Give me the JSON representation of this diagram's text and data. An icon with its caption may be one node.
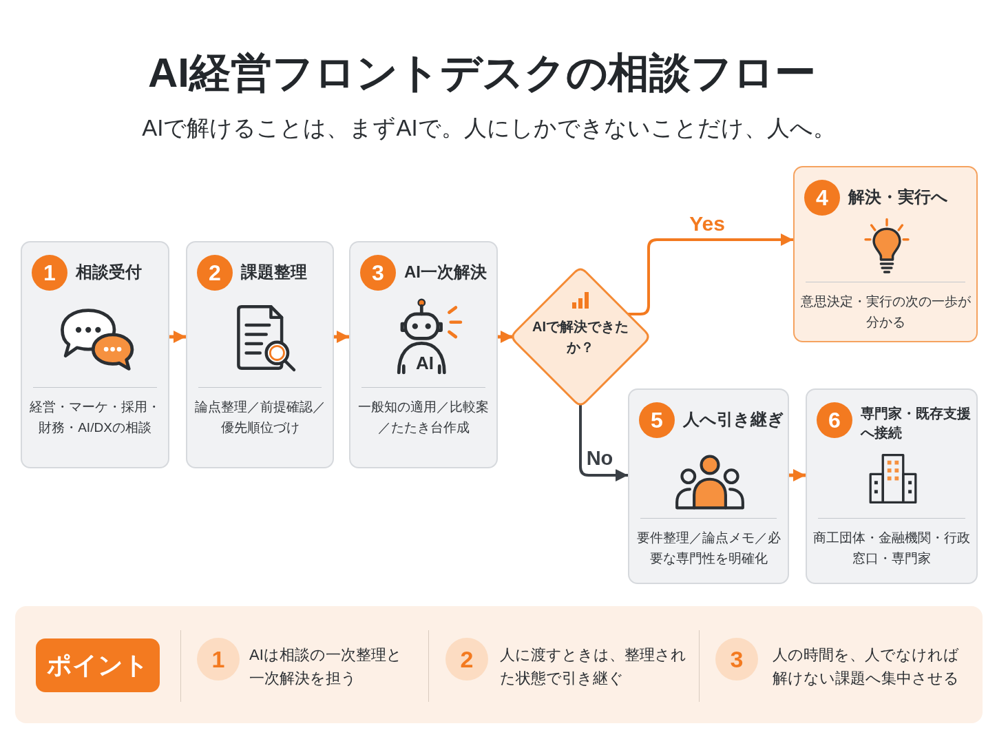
{
  "diagram": {
    "title": "AI経営フロントデスクの相談フロー",
    "nodes": [
      {
        "text": [
          "1",
          "相談受付",
          "経営・マーケ・採用・財務・AI/DXの相談"
        ]
      },
      {
        "text": [
          "2",
          "課題整理",
          "論点整理／前提確認／優先順位づけ"
        ]
      },
      {
        "text": [
          "3",
          "AI一次解決",
          "AI",
          "一般知の適用／比較案／たたき台作成"
        ]
      },
      {
        "text": [
          "AIで解決できたか？"
        ]
      },
      {
        "text": [
          "4",
          "解決・実行へ",
          "意思決定・実行の次の一歩が分かる"
        ]
      },
      {
        "text": [
          "5",
          "人へ引き継ぎ",
          "要件整理／論点メモ／必要な専門性を明確化"
        ]
      },
      {
        "text": [
          "6",
          "専門家・既存支援へ接続",
          "商工団体・金融機関・行政窓口・専門家"
        ]
      }
    ],
    "edges": [
      {
        "from": 0,
        "to": 1,
        "arrow": "to"
      },
      {
        "from": 1,
        "to": 2,
        "arrow": "to"
      },
      {
        "from": 2,
        "to": 3,
        "arrow": "to"
      },
      {
        "from": 3,
        "to": 4,
        "arrow": "to",
        "label": "Yes"
      },
      {
        "from": 3,
        "to": 5,
        "arrow": "to",
        "label": "No",
        "color": "#3a3f45"
      },
      {
        "from": 5,
        "to": 6,
        "arrow": "to"
      }
    ],
    "labels": [
      "AIで解けることは、まずAIで。人にしかできないことだけ、人へ。",
      "ポイント",
      "1",
      "AIは相談の一次整理と一次解決を担う",
      "2",
      "人に渡すときは、整理された状態で引き継ぐ",
      "3",
      "人の時間を、人でなければ解けない課題へ集中させる"
    ]
  }
}
